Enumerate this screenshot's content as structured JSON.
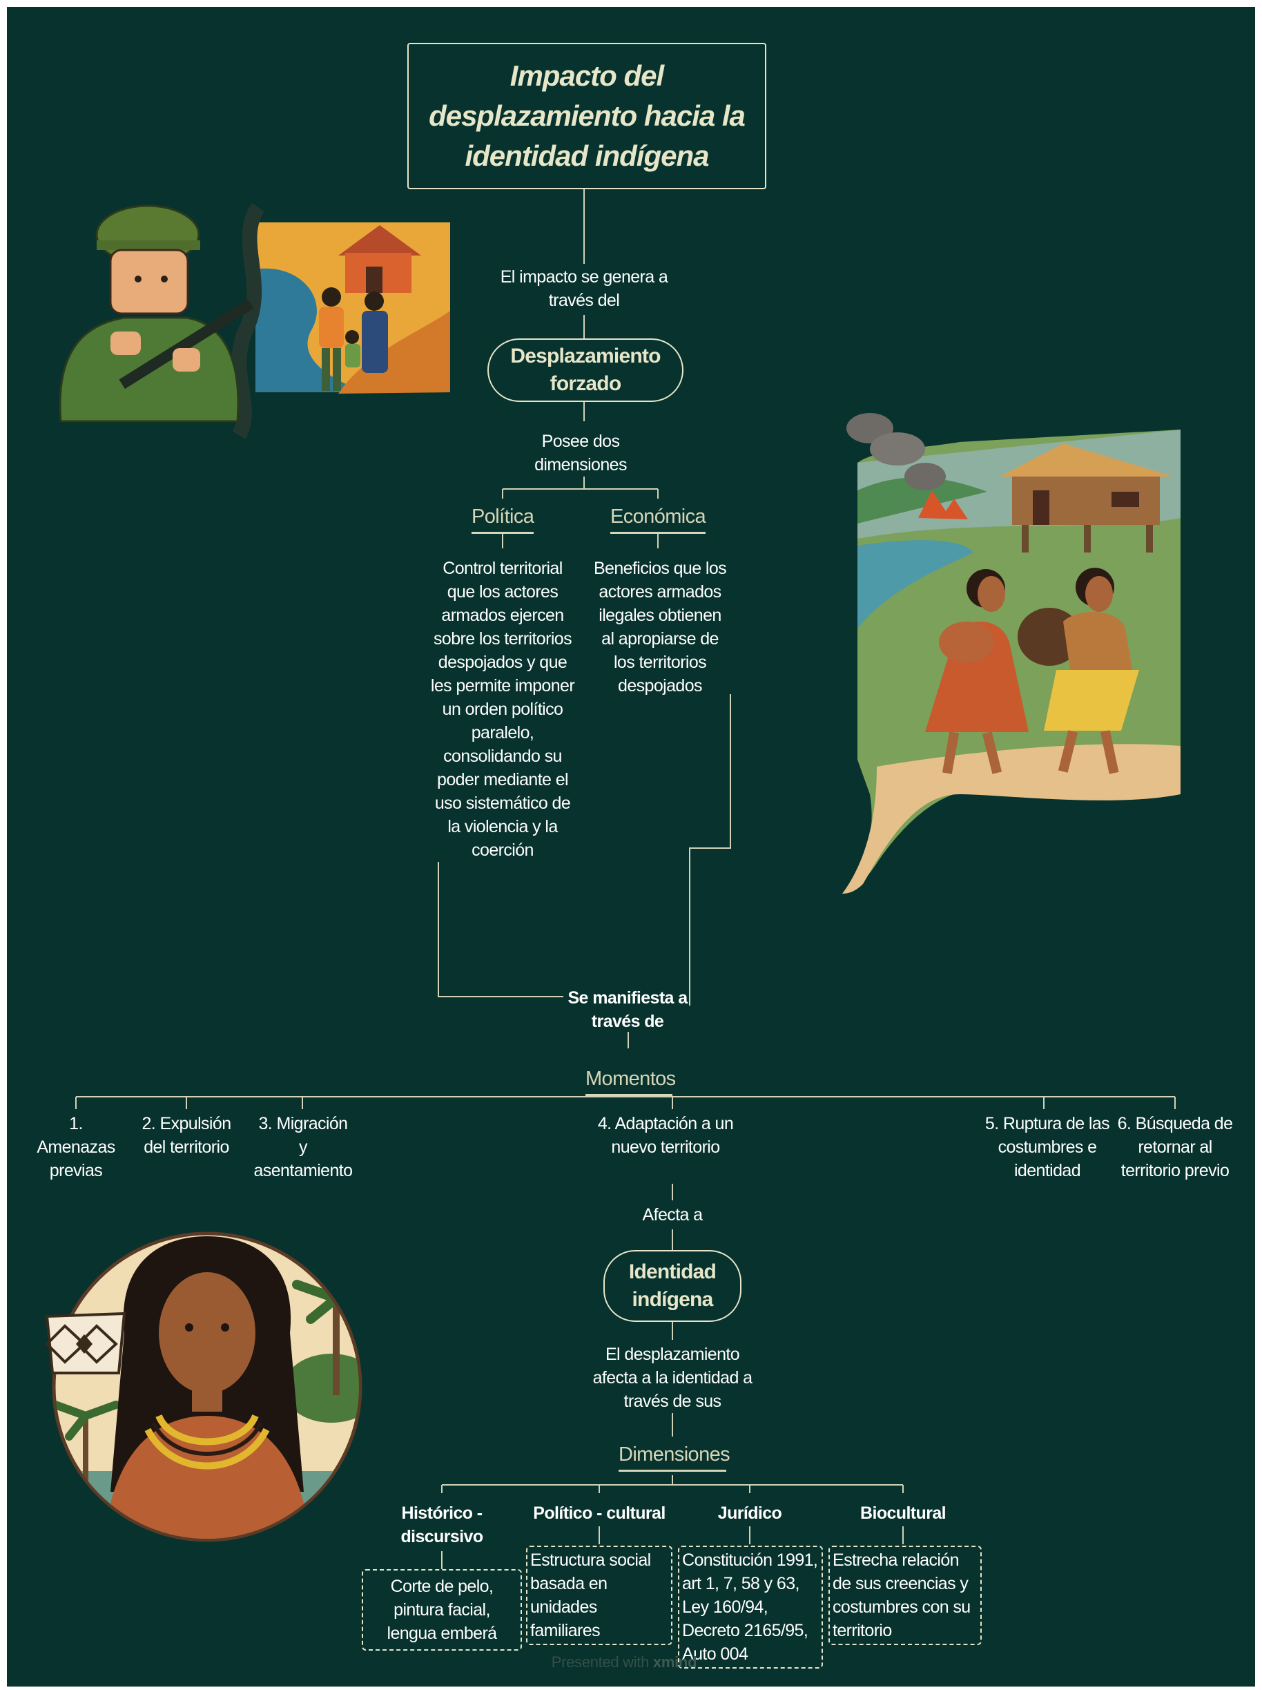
{
  "title": "Impacto del desplazamiento hacia la identidad indígena",
  "connector_1": "El impacto se genera a través del",
  "node_desplazamiento": "Desplazamiento forzado",
  "connector_2": "Posee dos dimensiones",
  "dimensiones_desplazamiento": [
    {
      "label": "Política",
      "description": "Control territorial que los actores armados ejercen sobre los territorios despojados y que les permite imponer un orden político paralelo, consolidando su poder mediante el uso sistemático de la violencia y la coerción"
    },
    {
      "label": "Económica",
      "description": "Beneficios que los actores armados ilegales obtienen al apropiarse de los territorios despojados"
    }
  ],
  "connector_3": "Se manifiesta a través de",
  "node_momentos": "Momentos",
  "momentos": [
    "1. Amenazas previas",
    "2. Expulsión del territorio",
    "3. Migración y asentamiento",
    "4. Adaptación a un nuevo territorio",
    "5. Ruptura de las costumbres e identidad",
    "6. Búsqueda de retornar al territorio previo"
  ],
  "connector_4": "Afecta a",
  "node_identidad": "Identidad indígena",
  "connector_5": "El desplazamiento afecta a la identidad a través de sus",
  "node_dimensiones": "Dimensiones",
  "dimensiones_identidad": [
    {
      "label": "Histórico - discursivo",
      "description": "Corte de pelo, pintura facial, lengua emberá"
    },
    {
      "label": "Político - cultural",
      "description": "Estructura social basada en unidades familiares"
    },
    {
      "label": "Jurídico",
      "description": "Constitución 1991, art 1, 7, 58 y 63, Ley 160/94, Decreto 2165/95, Auto 004"
    },
    {
      "label": "Biocultural",
      "description": "Estrecha relación de sus creencias y costumbres con su territorio"
    }
  ],
  "footer": {
    "prefix": "Presented with",
    "brand": "xmind"
  },
  "colors": {
    "background": "#07322d",
    "line": "#e7e6c9",
    "text": "#ffffff",
    "accent": "#d6d6b8"
  }
}
